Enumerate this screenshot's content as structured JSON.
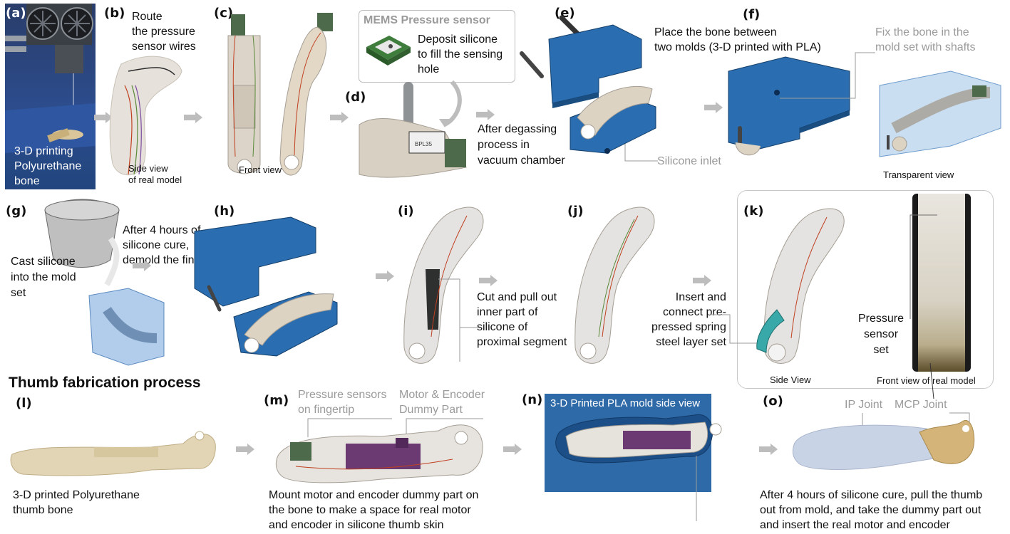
{
  "panels": {
    "a": {
      "tag": "(a)",
      "text": "3-D printing\nPolyurethane\nbone"
    },
    "b": {
      "tag": "(b)",
      "text": "Route\nthe pressure\nsensor wires",
      "sub": "Side view\nof real model"
    },
    "c": {
      "tag": "(c)",
      "sub": "Front view"
    },
    "d": {
      "tag": "(d)",
      "box_title": "MEMS Pressure sensor",
      "box_text": "Deposit silicone\nto fill the sensing\nhole",
      "text": "After degassing\nprocess in\nvacuum chamber",
      "chip_label": "BPL35"
    },
    "e": {
      "tag": "(e)",
      "text": "Place the bone between\ntwo molds  (3-D printed with PLA)",
      "inlet": "Silicone inlet"
    },
    "f": {
      "tag": "(f)",
      "text": "Fix the bone in the\nmold set with shafts",
      "sub": "Transparent view"
    },
    "g": {
      "tag": "(g)",
      "text": "Cast silicone\ninto the mold\nset",
      "text2": "After 4 hours of\nsilicone cure,\ndemold the finger"
    },
    "h": {
      "tag": "(h)"
    },
    "i": {
      "tag": "(i)",
      "text": "Cut and pull out\ninner part of\nsilicone of\nproximal segment"
    },
    "j": {
      "tag": "(j)",
      "text": "Insert and\nconnect  pre-\npressed spring\nsteel layer set"
    },
    "k": {
      "tag": "(k)",
      "side": "Side View",
      "front": "Front view of real model",
      "sensor": "Pressure\nsensor\nset"
    },
    "l": {
      "tag": "(l)",
      "text": "3-D printed Polyurethane\nthumb bone"
    },
    "m": {
      "tag": "(m)",
      "label1": "Pressure sensors\non fingertip",
      "label2": "Motor & Encoder\nDummy Part",
      "text": "Mount motor and encoder dummy part on\nthe bone to make a space for real motor\nand encoder in silicone thumb skin"
    },
    "n": {
      "tag": "(n)",
      "label": "3-D Printed PLA mold side view"
    },
    "o": {
      "tag": "(o)",
      "ip": "IP Joint",
      "mcp": "MCP Joint",
      "text": "After 4 hours of silicone cure, pull the thumb\nout from mold, and take the dummy part out\nand insert the real motor and encoder"
    }
  },
  "section_title": "Thumb fabrication process",
  "colors": {
    "mold_blue": "#1f5f9e",
    "mold_edge": "#143f6a",
    "bone": "#ddd3c2",
    "arrow": "#bdbdbd",
    "dummy": "#6b3a73"
  }
}
